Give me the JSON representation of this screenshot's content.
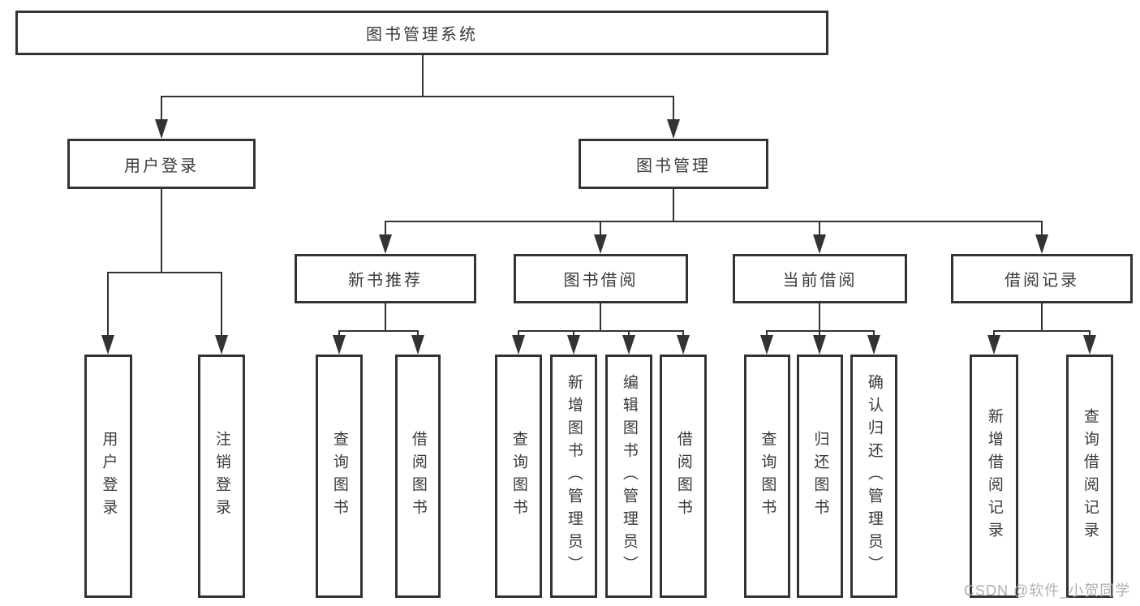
{
  "tree": {
    "root": "图书管理系统",
    "branches": [
      {
        "label": "用户登录",
        "children": [
          "用户登录",
          "注销登录"
        ]
      },
      {
        "label": "图书管理",
        "sections": [
          {
            "label": "新书推荐",
            "children": [
              "查询图书",
              "借阅图书"
            ]
          },
          {
            "label": "图书借阅",
            "children": [
              "查询图书",
              "新增图书（管理员）",
              "编辑图书（管理员）",
              "借阅图书"
            ]
          },
          {
            "label": "当前借阅",
            "children": [
              "查询图书",
              "归还图书",
              "确认归还（管理员）"
            ]
          },
          {
            "label": "借阅记录",
            "children": [
              "新增借阅记录",
              "查询借阅记录"
            ]
          }
        ]
      }
    ]
  },
  "watermark": {
    "text": "CSDN @软件_小贺同学"
  },
  "colors": {
    "line": "#333333",
    "text": "#3a3a3a",
    "background": "#ffffff",
    "watermark": "#b0b0b0"
  }
}
